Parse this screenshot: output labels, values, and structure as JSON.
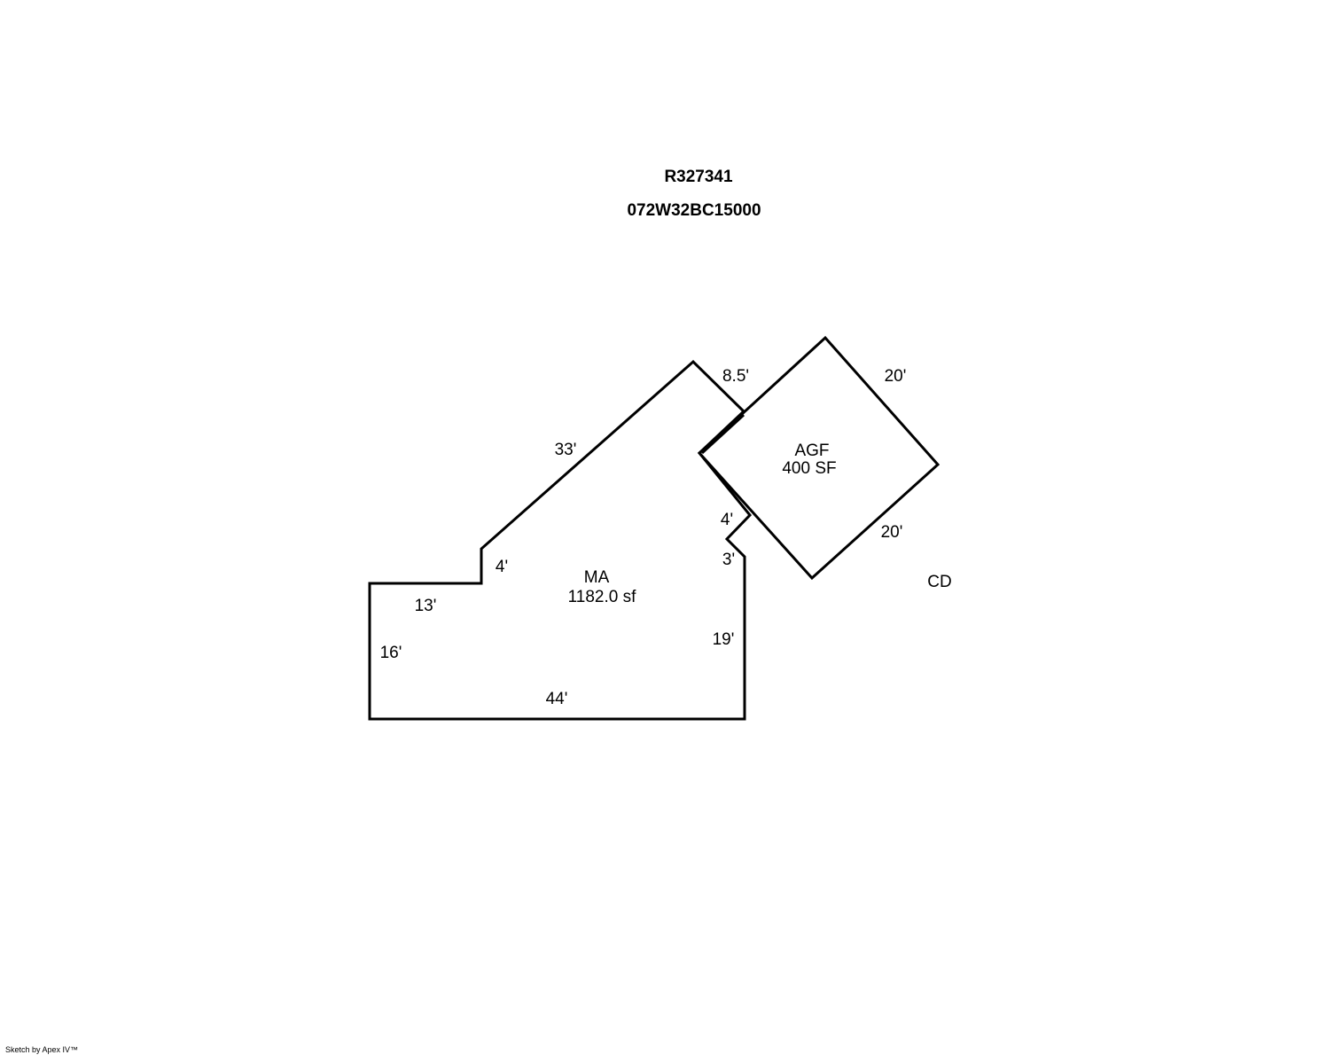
{
  "header": {
    "account": "R327341",
    "map_taxlot": "072W32BC15000"
  },
  "areas": [
    {
      "code": "MA",
      "area": "1182.0 sf"
    },
    {
      "code": "AGF",
      "area": "400 SF"
    },
    {
      "code": "CD"
    }
  ],
  "dimensions": {
    "ma_top_diag": "33'",
    "ma_top_right": "8.5'",
    "ma_notch_upper": "4'",
    "ma_notch_lower": "3'",
    "ma_step_vert": "4'",
    "ma_step_horiz": "13'",
    "ma_left": "16'",
    "ma_bottom": "44'",
    "ma_right": "19'",
    "agf_top": "20'",
    "agf_bottom": "20'"
  },
  "footer": {
    "credit": "Sketch by Apex IV™"
  },
  "colors": {
    "line": "#000000",
    "background": "#ffffff"
  }
}
